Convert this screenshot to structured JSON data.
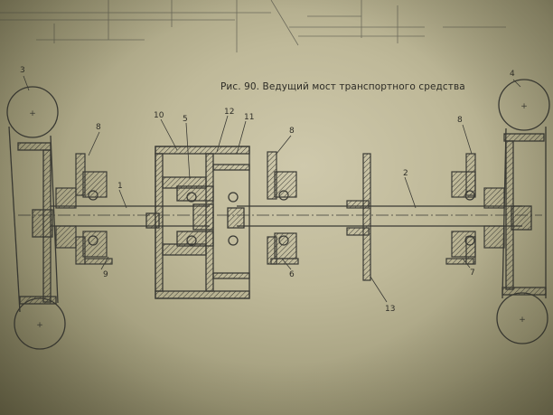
{
  "caption": "Рис. 90. Ведущий мост транспортного средства",
  "callouts": {
    "c1": "1",
    "c2": "2",
    "c3": "3",
    "c4": "4",
    "c5": "5",
    "c6": "6",
    "c7": "7",
    "c8a": "8",
    "c8b": "8",
    "c8c": "8",
    "c9": "9",
    "c10": "10",
    "c11": "11",
    "c12": "12",
    "c13": "13"
  },
  "colors": {
    "paper": "#c6c0a2",
    "ink": "#3a3a34"
  }
}
